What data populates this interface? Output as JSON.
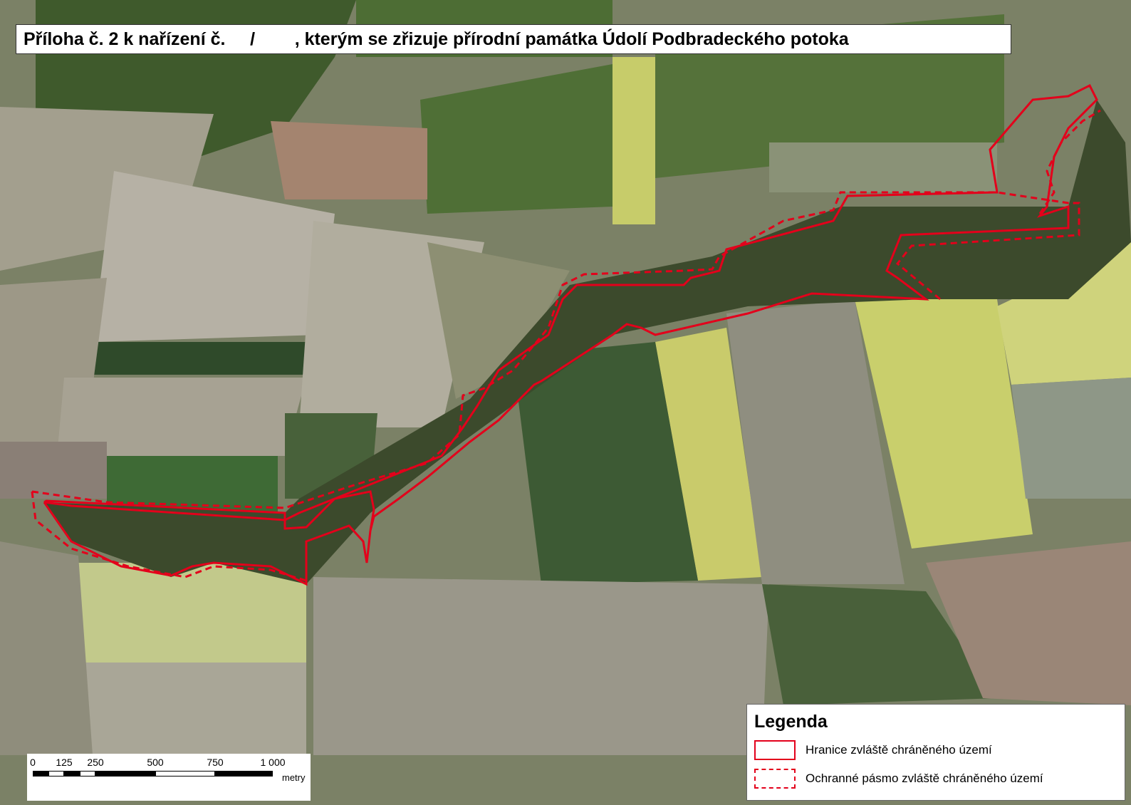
{
  "map": {
    "title": "Příloha č. 2 k nařízení č.     /        , kterým se zřizuje přírodní památka Údolí Podbradeckého potoka",
    "background": "aerial-orthophoto",
    "colors": {
      "boundary": "#e3001b",
      "forest": "#3c4a2c",
      "field_green": "#5e7a3a",
      "field_yellow": "#c9cf72",
      "field_bare": "#9a9a86"
    }
  },
  "legend": {
    "title": "Legenda",
    "items": [
      {
        "label": "Hranice zvláště chráněného území",
        "style": "solid"
      },
      {
        "label": "Ochranné pásmo zvláště chráněného území",
        "style": "dashed"
      }
    ]
  },
  "scale_bar": {
    "ticks": [
      "0",
      "125",
      "250",
      "500",
      "750",
      "1 000"
    ],
    "tick_values": [
      0,
      125,
      250,
      500,
      750,
      1000
    ],
    "unit": "metry"
  }
}
